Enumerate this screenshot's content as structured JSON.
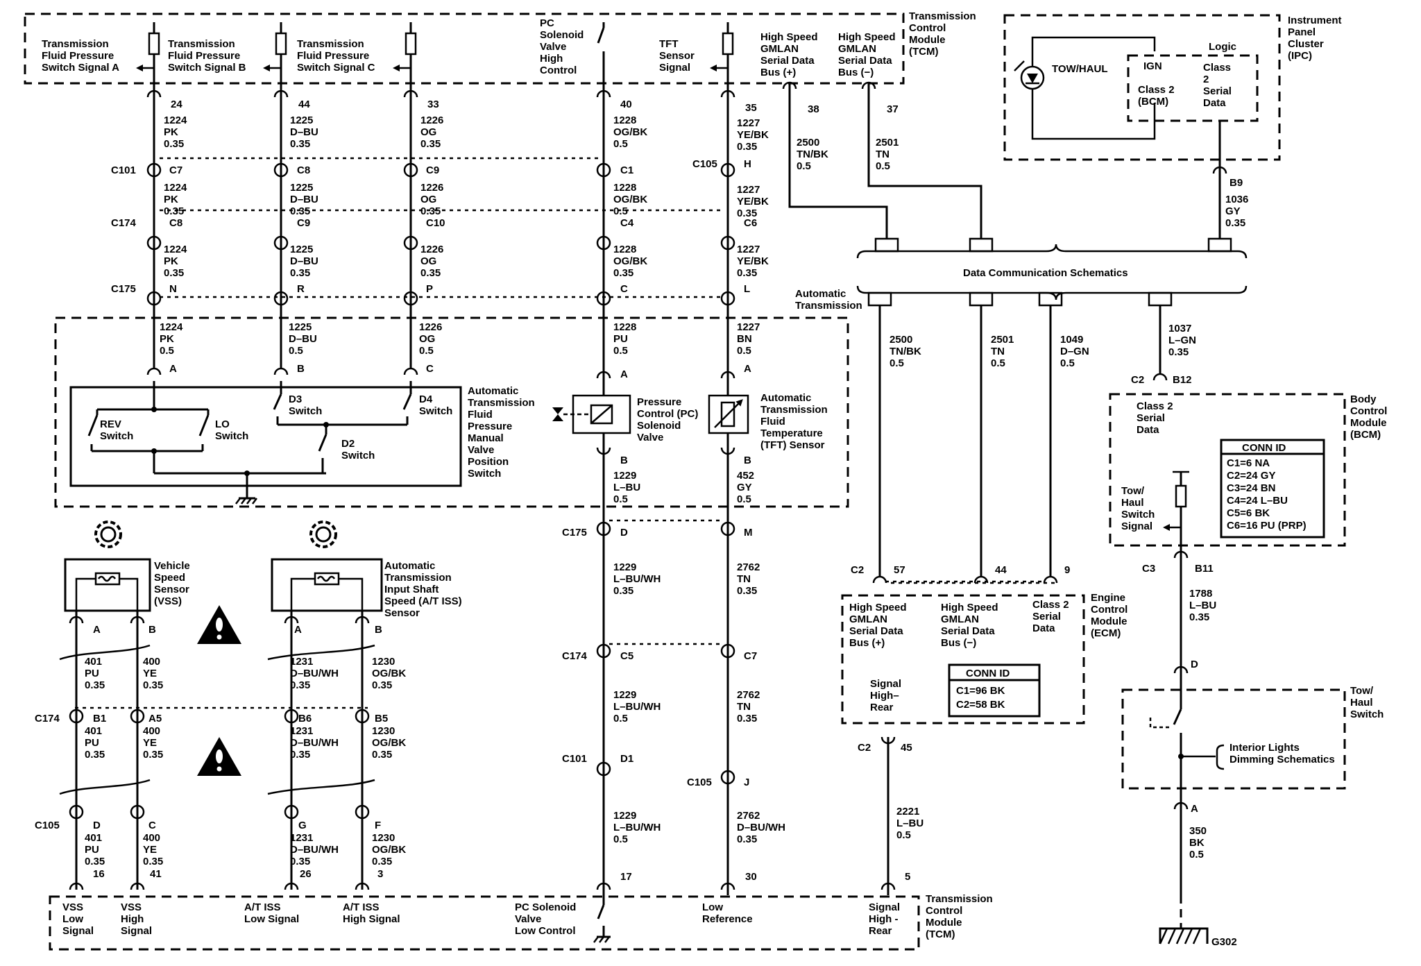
{
  "modules": {
    "tcm_top": [
      "Transmission",
      "Control",
      "Module",
      "(TCM)"
    ],
    "tcm_bottom": [
      "Transmission",
      "Control",
      "Module",
      "(TCM)"
    ],
    "ipc": [
      "Instrument",
      "Panel",
      "Cluster",
      "(IPC)"
    ],
    "bcm": [
      "Body",
      "Control",
      "Module",
      "(BCM)"
    ],
    "ecm": [
      "Engine",
      "Control",
      "Module",
      "(ECM)"
    ],
    "tow_haul_switch": [
      "Tow/",
      "Haul",
      "Switch"
    ],
    "atf_switch": [
      "Automatic",
      "Transmission",
      "Fluid",
      "Pressure",
      "Manual",
      "Valve",
      "Position",
      "Switch"
    ],
    "pc_valve": [
      "Pressure",
      "Control (PC)",
      "Solenoid",
      "Valve"
    ],
    "tft_sensor": [
      "Automatic",
      "Transmission",
      "Fluid",
      "Temperature",
      "(TFT) Sensor"
    ],
    "vss": [
      "Vehicle",
      "Speed",
      "Sensor",
      "(VSS)"
    ],
    "iss": [
      "Automatic",
      "Transmission",
      "Input Shaft",
      "Speed (A/T ISS)",
      "Sensor"
    ],
    "auto_trans": [
      "Automatic",
      "Transmission"
    ]
  },
  "tcm_top_signals": {
    "tfp_a": [
      "Transmission",
      "Fluid Pressure",
      "Switch Signal A"
    ],
    "tfp_b": [
      "Transmission",
      "Fluid Pressure",
      "Switch Signal B"
    ],
    "tfp_c": [
      "Transmission",
      "Fluid Pressure",
      "Switch Signal C"
    ],
    "pc_high": [
      "PC",
      "Solenoid",
      "Valve",
      "High",
      "Control"
    ],
    "tft_signal": [
      "TFT",
      "Sensor",
      "Signal"
    ],
    "gmlan_plus": [
      "High Speed",
      "GMLAN",
      "Serial Data",
      "Bus (+)"
    ],
    "gmlan_minus": [
      "High Speed",
      "GMLAN",
      "Serial Data",
      "Bus (−)"
    ]
  },
  "tcm_bottom_signals": {
    "vss_low": [
      "VSS",
      "Low",
      "Signal"
    ],
    "vss_high": [
      "VSS",
      "High",
      "Signal"
    ],
    "iss_low": [
      "A/T ISS",
      "Low Signal"
    ],
    "iss_high": [
      "A/T ISS",
      "High Signal"
    ],
    "pc_low": [
      "PC Solenoid",
      "Valve",
      "Low Control"
    ],
    "low_ref": [
      "Low",
      "Reference"
    ],
    "sig_high_rear": [
      "Signal",
      "High -",
      "Rear"
    ]
  },
  "pins": {
    "a24": "24",
    "b44": "44",
    "c33": "33",
    "pc40": "40",
    "tft35": "35",
    "gm38": "38",
    "gm37": "37",
    "ipc_b9": "B9",
    "p17": "17",
    "p30": "30",
    "p5": "5",
    "vss16": "16",
    "vss41": "41",
    "iss26": "26",
    "iss3": "3",
    "ecm57": "57",
    "ecm44": "44",
    "ecm9": "9",
    "ecm45": "45",
    "bcm_b12": "B12",
    "bcm_b11": "B11"
  },
  "connectors": {
    "C101": "C101",
    "C174": "C174",
    "C175": "C175",
    "C105": "C105",
    "C2": "C2",
    "C3": "C3",
    "G302": "G302"
  },
  "cavities": {
    "c7": "C7",
    "c8": "C8",
    "c9": "C9",
    "c1": "C1",
    "h": "H",
    "c8b": "C8",
    "c9b": "C9",
    "c10": "C10",
    "c4": "C4",
    "c6": "C6",
    "n": "N",
    "r": "R",
    "p": "P",
    "c": "C",
    "l": "L",
    "a": "A",
    "b": "B",
    "d": "D",
    "m": "M",
    "c5": "C5",
    "c7b": "C7",
    "d1": "D1",
    "j": "J",
    "b1": "B1",
    "a5": "A5",
    "b6": "B6",
    "b5": "B5",
    "dd": "D",
    "cc": "C",
    "g": "G",
    "f": "F"
  },
  "wires": {
    "w1224_035": [
      "1224",
      "PK",
      "0.35"
    ],
    "w1225_035": [
      "1225",
      "D–BU",
      "0.35"
    ],
    "w1226_035": [
      "1226",
      "OG",
      "0.35"
    ],
    "w1228_05": [
      "1228",
      "OG/BK",
      "0.5"
    ],
    "w1228_035": [
      "1228",
      "OG/BK",
      "0.35"
    ],
    "w1227_035": [
      "1227",
      "YE/BK",
      "0.35"
    ],
    "w1224_05": [
      "1224",
      "PK",
      "0.5"
    ],
    "w1225_05": [
      "1225",
      "D–BU",
      "0.5"
    ],
    "w1226_05": [
      "1226",
      "OG",
      "0.5"
    ],
    "w1228_pu": [
      "1228",
      "PU",
      "0.5"
    ],
    "w1227_bn": [
      "1227",
      "BN",
      "0.5"
    ],
    "w1229_lbu": [
      "1229",
      "L–BU",
      "0.5"
    ],
    "w452": [
      "452",
      "GY",
      "0.5"
    ],
    "w1229_wh035": [
      "1229",
      "L–BU/WH",
      "0.35"
    ],
    "w1229_wh05": [
      "1229",
      "L–BU/WH",
      "0.5"
    ],
    "w2762_tn": [
      "2762",
      "TN",
      "0.35"
    ],
    "w2762_wh": [
      "2762",
      "D–BU/WH",
      "0.35"
    ],
    "w401": [
      "401",
      "PU",
      "0.35"
    ],
    "w400": [
      "400",
      "YE",
      "0.35"
    ],
    "w1231": [
      "1231",
      "D–BU/WH",
      "0.35"
    ],
    "w1230": [
      "1230",
      "OG/BK",
      "0.35"
    ],
    "w2500_tcm": [
      "2500",
      "TN/BK",
      "0.5"
    ],
    "w2501_tcm": [
      "2501",
      "TN",
      "0.5"
    ],
    "w1036": [
      "1036",
      "GY",
      "0.35"
    ],
    "w2500_ecm": [
      "2500",
      "TN/BK",
      "0.5"
    ],
    "w2501_ecm": [
      "2501",
      "TN",
      "0.5"
    ],
    "w1049": [
      "1049",
      "D–GN",
      "0.5"
    ],
    "w1037": [
      "1037",
      "L–GN",
      "0.35"
    ],
    "w2221": [
      "2221",
      "L–BU",
      "0.5"
    ],
    "w1788": [
      "1788",
      "L–BU",
      "0.35"
    ],
    "w350": [
      "350",
      "BK",
      "0.5"
    ]
  },
  "switch_labels": {
    "rev": [
      "REV",
      "Switch"
    ],
    "lo": [
      "LO",
      "Switch"
    ],
    "d3": [
      "D3",
      "Switch"
    ],
    "d4": [
      "D4",
      "Switch"
    ],
    "d2": [
      "D2",
      "Switch"
    ]
  },
  "ipc": {
    "tow_haul": "TOW/HAUL",
    "logic": "Logic",
    "ign": "IGN",
    "class2_bcm": [
      "Class 2",
      "(BCM)"
    ],
    "class2_serial": [
      "Class",
      "2",
      "Serial",
      "Data"
    ]
  },
  "dcs": "Data Communication Schematics",
  "bcm_inner": {
    "class2": [
      "Class 2",
      "Serial",
      "Data"
    ],
    "tow_signal": [
      "Tow/",
      "Haul",
      "Switch",
      "Signal"
    ],
    "conn_title": "CONN ID",
    "conn_rows": [
      "C1=6 NA",
      "C2=24 GY",
      "C3=24 BN",
      "C4=24 L–BU",
      "C5=6 BK",
      "C6=16 PU (PRP)"
    ]
  },
  "ecm_inner": {
    "gm_plus": [
      "High Speed",
      "GMLAN",
      "Serial Data",
      "Bus (+)"
    ],
    "gm_minus": [
      "High Speed",
      "GMLAN",
      "Serial Data",
      "Bus (−)"
    ],
    "class2": [
      "Class 2",
      "Serial",
      "Data"
    ],
    "sig_high": [
      "Signal",
      "High–",
      "Rear"
    ],
    "conn_title": "CONN ID",
    "conn_rows": [
      "C1=96 BK",
      "C2=58 BK"
    ]
  },
  "interior_lights": [
    "Interior Lights",
    "Dimming Schematics"
  ]
}
